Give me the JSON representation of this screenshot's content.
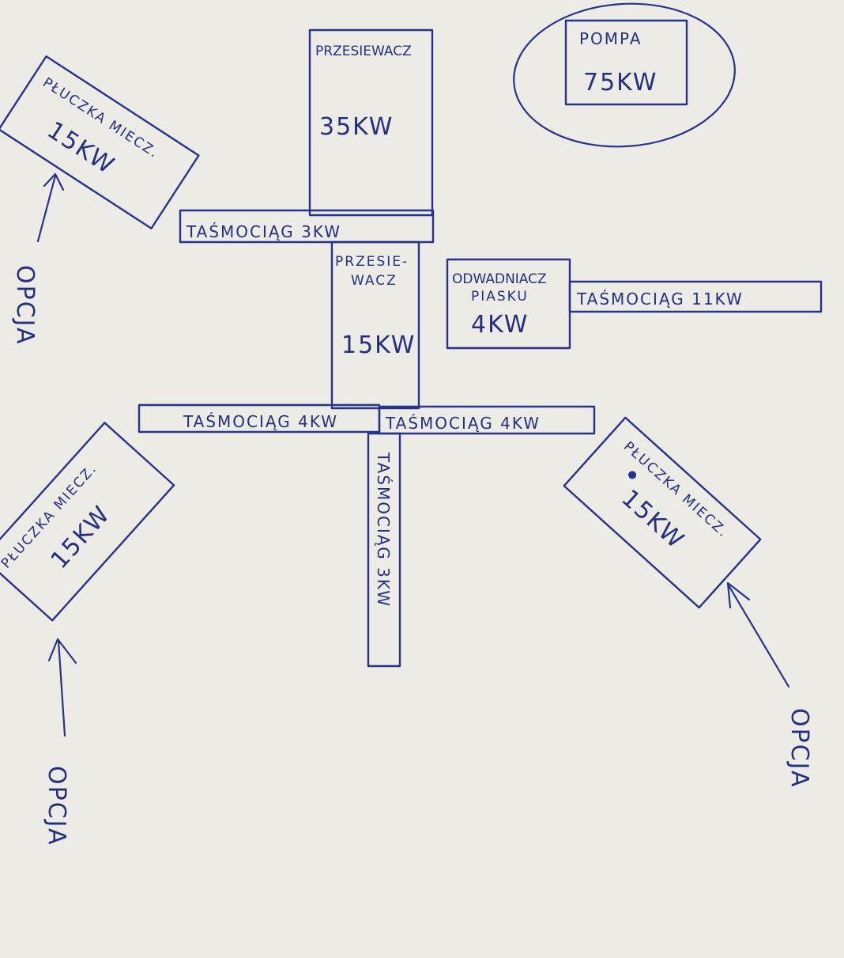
{
  "colors": {
    "ink": "#27338a",
    "paper": "#ecebe6"
  },
  "pump": {
    "name": "POMPA",
    "power": "75KW"
  },
  "screener_top": {
    "name": "PRZESIEWACZ",
    "power": "35KW"
  },
  "conveyor_top": {
    "label": "TAŚMOCIĄG 3KW"
  },
  "screener_mid": {
    "name_line1": "PRZESIE-",
    "name_line2": "WACZ",
    "power": "15KW"
  },
  "sand_dewaterer": {
    "name_line1": "ODWADNIACZ",
    "name_line2": "PIASKU",
    "power": "4KW"
  },
  "conveyor_right": {
    "label": "TAŚMOCIĄG 11KW"
  },
  "conveyor_left_mid": {
    "label": "TAŚMOCIĄG 4KW"
  },
  "conveyor_right_mid": {
    "label": "TAŚMOCIĄG 4KW"
  },
  "conveyor_vertical": {
    "label": "TAŚMOCIĄG 3KW"
  },
  "washer_top_left": {
    "name": "PŁUCZKA MIECZ.",
    "power": "15KW"
  },
  "washer_bottom_left": {
    "name": "PŁUCZKA MIECZ.",
    "power": "15KW"
  },
  "washer_right": {
    "name": "PŁUCZKA MIECZ.",
    "power": "15KW"
  },
  "option_top_left": {
    "label": "OPCJA"
  },
  "option_bottom_left": {
    "label": "OPCJA"
  },
  "option_right": {
    "label": "OPCJA"
  }
}
